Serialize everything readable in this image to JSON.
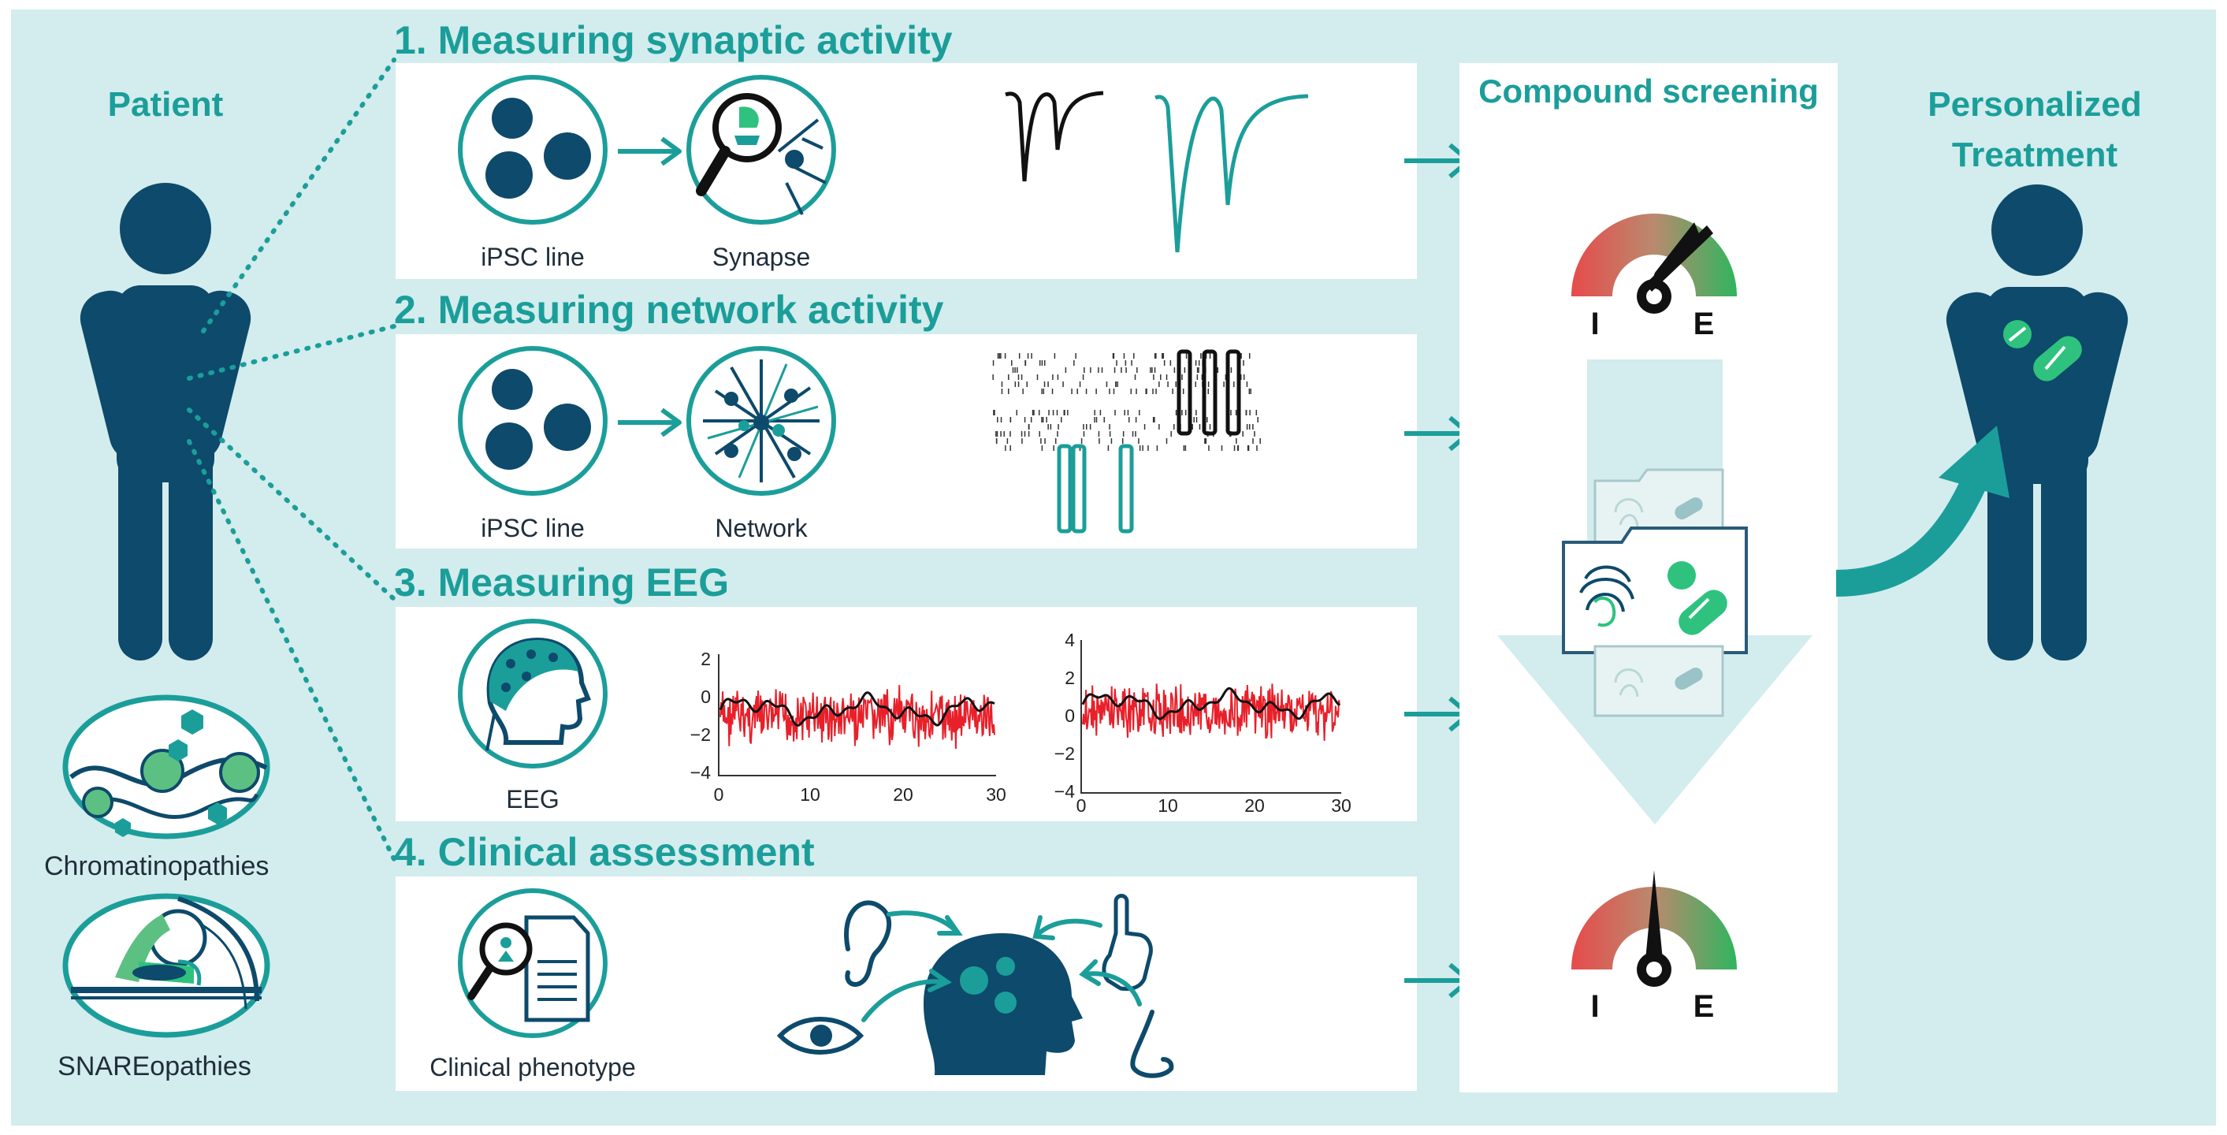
{
  "patient": {
    "title": "Patient",
    "subtypes": [
      "Chromatinopathies",
      "SNAREopathies"
    ]
  },
  "sections": [
    {
      "title": "1. Measuring synaptic activity",
      "labels": [
        "iPSC line",
        "Synapse"
      ]
    },
    {
      "title": "2. Measuring network activity",
      "labels": [
        "iPSC line",
        "Network"
      ]
    },
    {
      "title": "3. Measuring EEG",
      "labels": [
        "EEG"
      ]
    },
    {
      "title": "4. Clinical assessment",
      "labels": [
        "Clinical phenotype"
      ]
    }
  ],
  "screening": {
    "title": "Compound screening",
    "gauge_labels": [
      "I",
      "E"
    ]
  },
  "treatment": {
    "title_line1": "Personalized",
    "title_line2": "Treatment"
  },
  "eeg_plots": [
    {
      "xticks": [
        "0",
        "10",
        "20",
        "30"
      ],
      "yticks": [
        "2",
        "0",
        "−2",
        "−4"
      ]
    },
    {
      "xticks": [
        "0",
        "10",
        "20",
        "30"
      ],
      "yticks": [
        "4",
        "2",
        "0",
        "−2",
        "−4"
      ]
    }
  ],
  "colors": {
    "teal": "#1b9e9a",
    "navy": "#0d4a6b",
    "green": "#2ec27e",
    "background": "#d3eced",
    "red_trace": "#e8202a"
  }
}
